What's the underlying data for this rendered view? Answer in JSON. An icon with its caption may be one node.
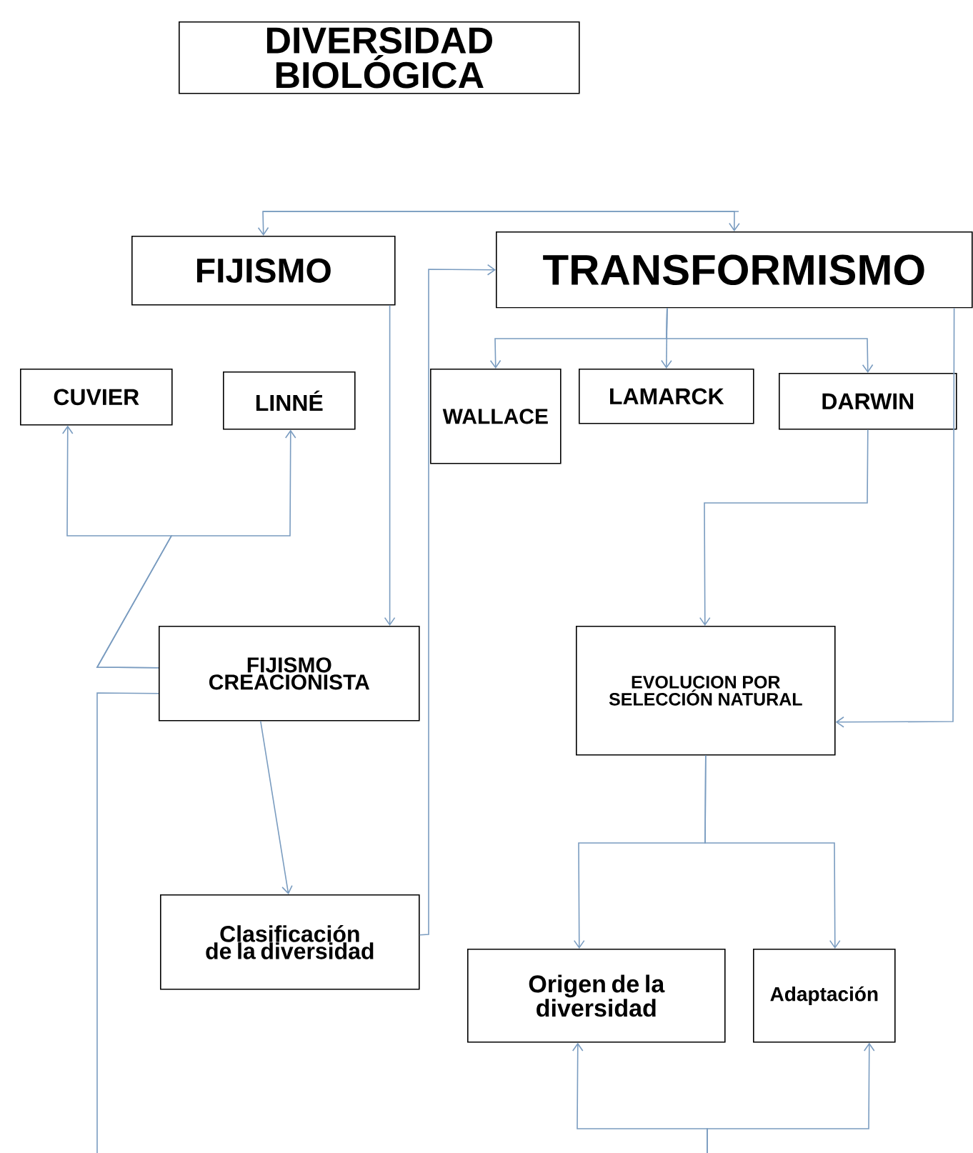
{
  "diagram": {
    "nodes": [
      {
        "text": [
          "DIVERSIDAD BIOLÓGICA"
        ]
      },
      {
        "text": [
          "FIJISMO"
        ]
      },
      {
        "text": [
          "TRANSFORMISMO"
        ]
      },
      {
        "text": [
          "CUVIER"
        ]
      },
      {
        "text": [
          "LINNÉ"
        ]
      },
      {
        "text": [
          "WALLACE"
        ]
      },
      {
        "text": [
          "LAMARCK"
        ]
      },
      {
        "text": [
          "DARWIN"
        ]
      },
      {
        "text": [
          "FIJISMO CREACIONISTA"
        ]
      },
      {
        "text": [
          "EVOLUCION POR SELECCIÓN NATURAL"
        ]
      },
      {
        "text": [
          "Clasificación de la diversidad"
        ]
      },
      {
        "text": [
          "Origen de la diversidad"
        ]
      },
      {
        "text": [
          "Adaptación"
        ]
      }
    ],
    "edges": [
      {
        "from": null,
        "to": 1,
        "arrow": "to"
      },
      {
        "from": null,
        "to": 2,
        "arrow": "to"
      },
      {
        "from": 1,
        "to": 8,
        "arrow": "to"
      },
      {
        "from": 8,
        "to": 3,
        "arrow": "to"
      },
      {
        "from": 8,
        "to": 4,
        "arrow": "to"
      },
      {
        "from": 8,
        "to": null,
        "arrow": "none"
      },
      {
        "from": 8,
        "to": 10,
        "arrow": "to"
      },
      {
        "from": 10,
        "to": 2,
        "arrow": "to"
      },
      {
        "from": 2,
        "to": 5,
        "arrow": "to"
      },
      {
        "from": 2,
        "to": 6,
        "arrow": "to"
      },
      {
        "from": 2,
        "to": 7,
        "arrow": "to"
      },
      {
        "from": 2,
        "to": 9,
        "arrow": "to"
      },
      {
        "from": 7,
        "to": 9,
        "arrow": "to"
      },
      {
        "from": 9,
        "to": 11,
        "arrow": "to"
      },
      {
        "from": 9,
        "to": 12,
        "arrow": "to"
      },
      {
        "from": null,
        "to": 11,
        "arrow": "to"
      },
      {
        "from": null,
        "to": 12,
        "arrow": "to"
      }
    ]
  }
}
